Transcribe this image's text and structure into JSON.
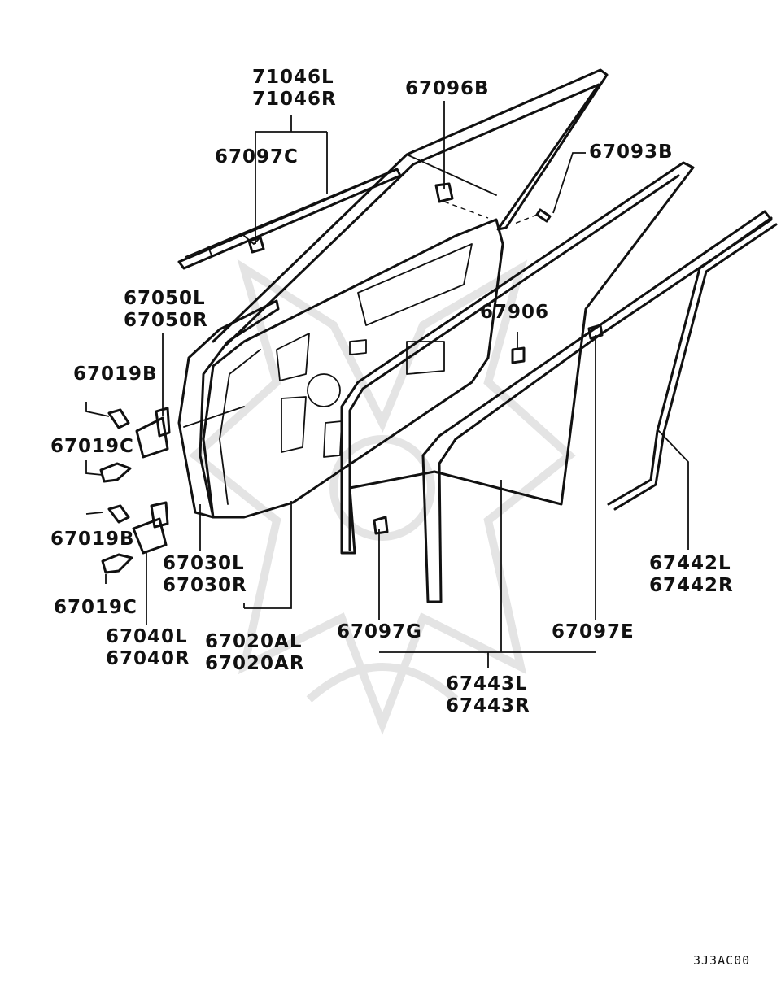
{
  "diagram": {
    "code": "3J3AC00",
    "labels": {
      "p71046": [
        "71046L",
        "71046R"
      ],
      "p67097C": "67097C",
      "p67096B": "67096B",
      "p67093B": "67093B",
      "p67050": [
        "67050L",
        "67050R"
      ],
      "p67019B_top": "67019B",
      "p67019C_top": "67019C",
      "p67019B_bot": "67019B",
      "p67019C_bot": "67019C",
      "p67906": "67906",
      "p67030": [
        "67030L",
        "67030R"
      ],
      "p67040": [
        "67040L",
        "67040R"
      ],
      "p67020": [
        "67020AL",
        "67020AR"
      ],
      "p67097G": "67097G",
      "p67097E": "67097E",
      "p67442": [
        "67442L",
        "67442R"
      ],
      "p67443": [
        "67443L",
        "67443R"
      ]
    }
  }
}
